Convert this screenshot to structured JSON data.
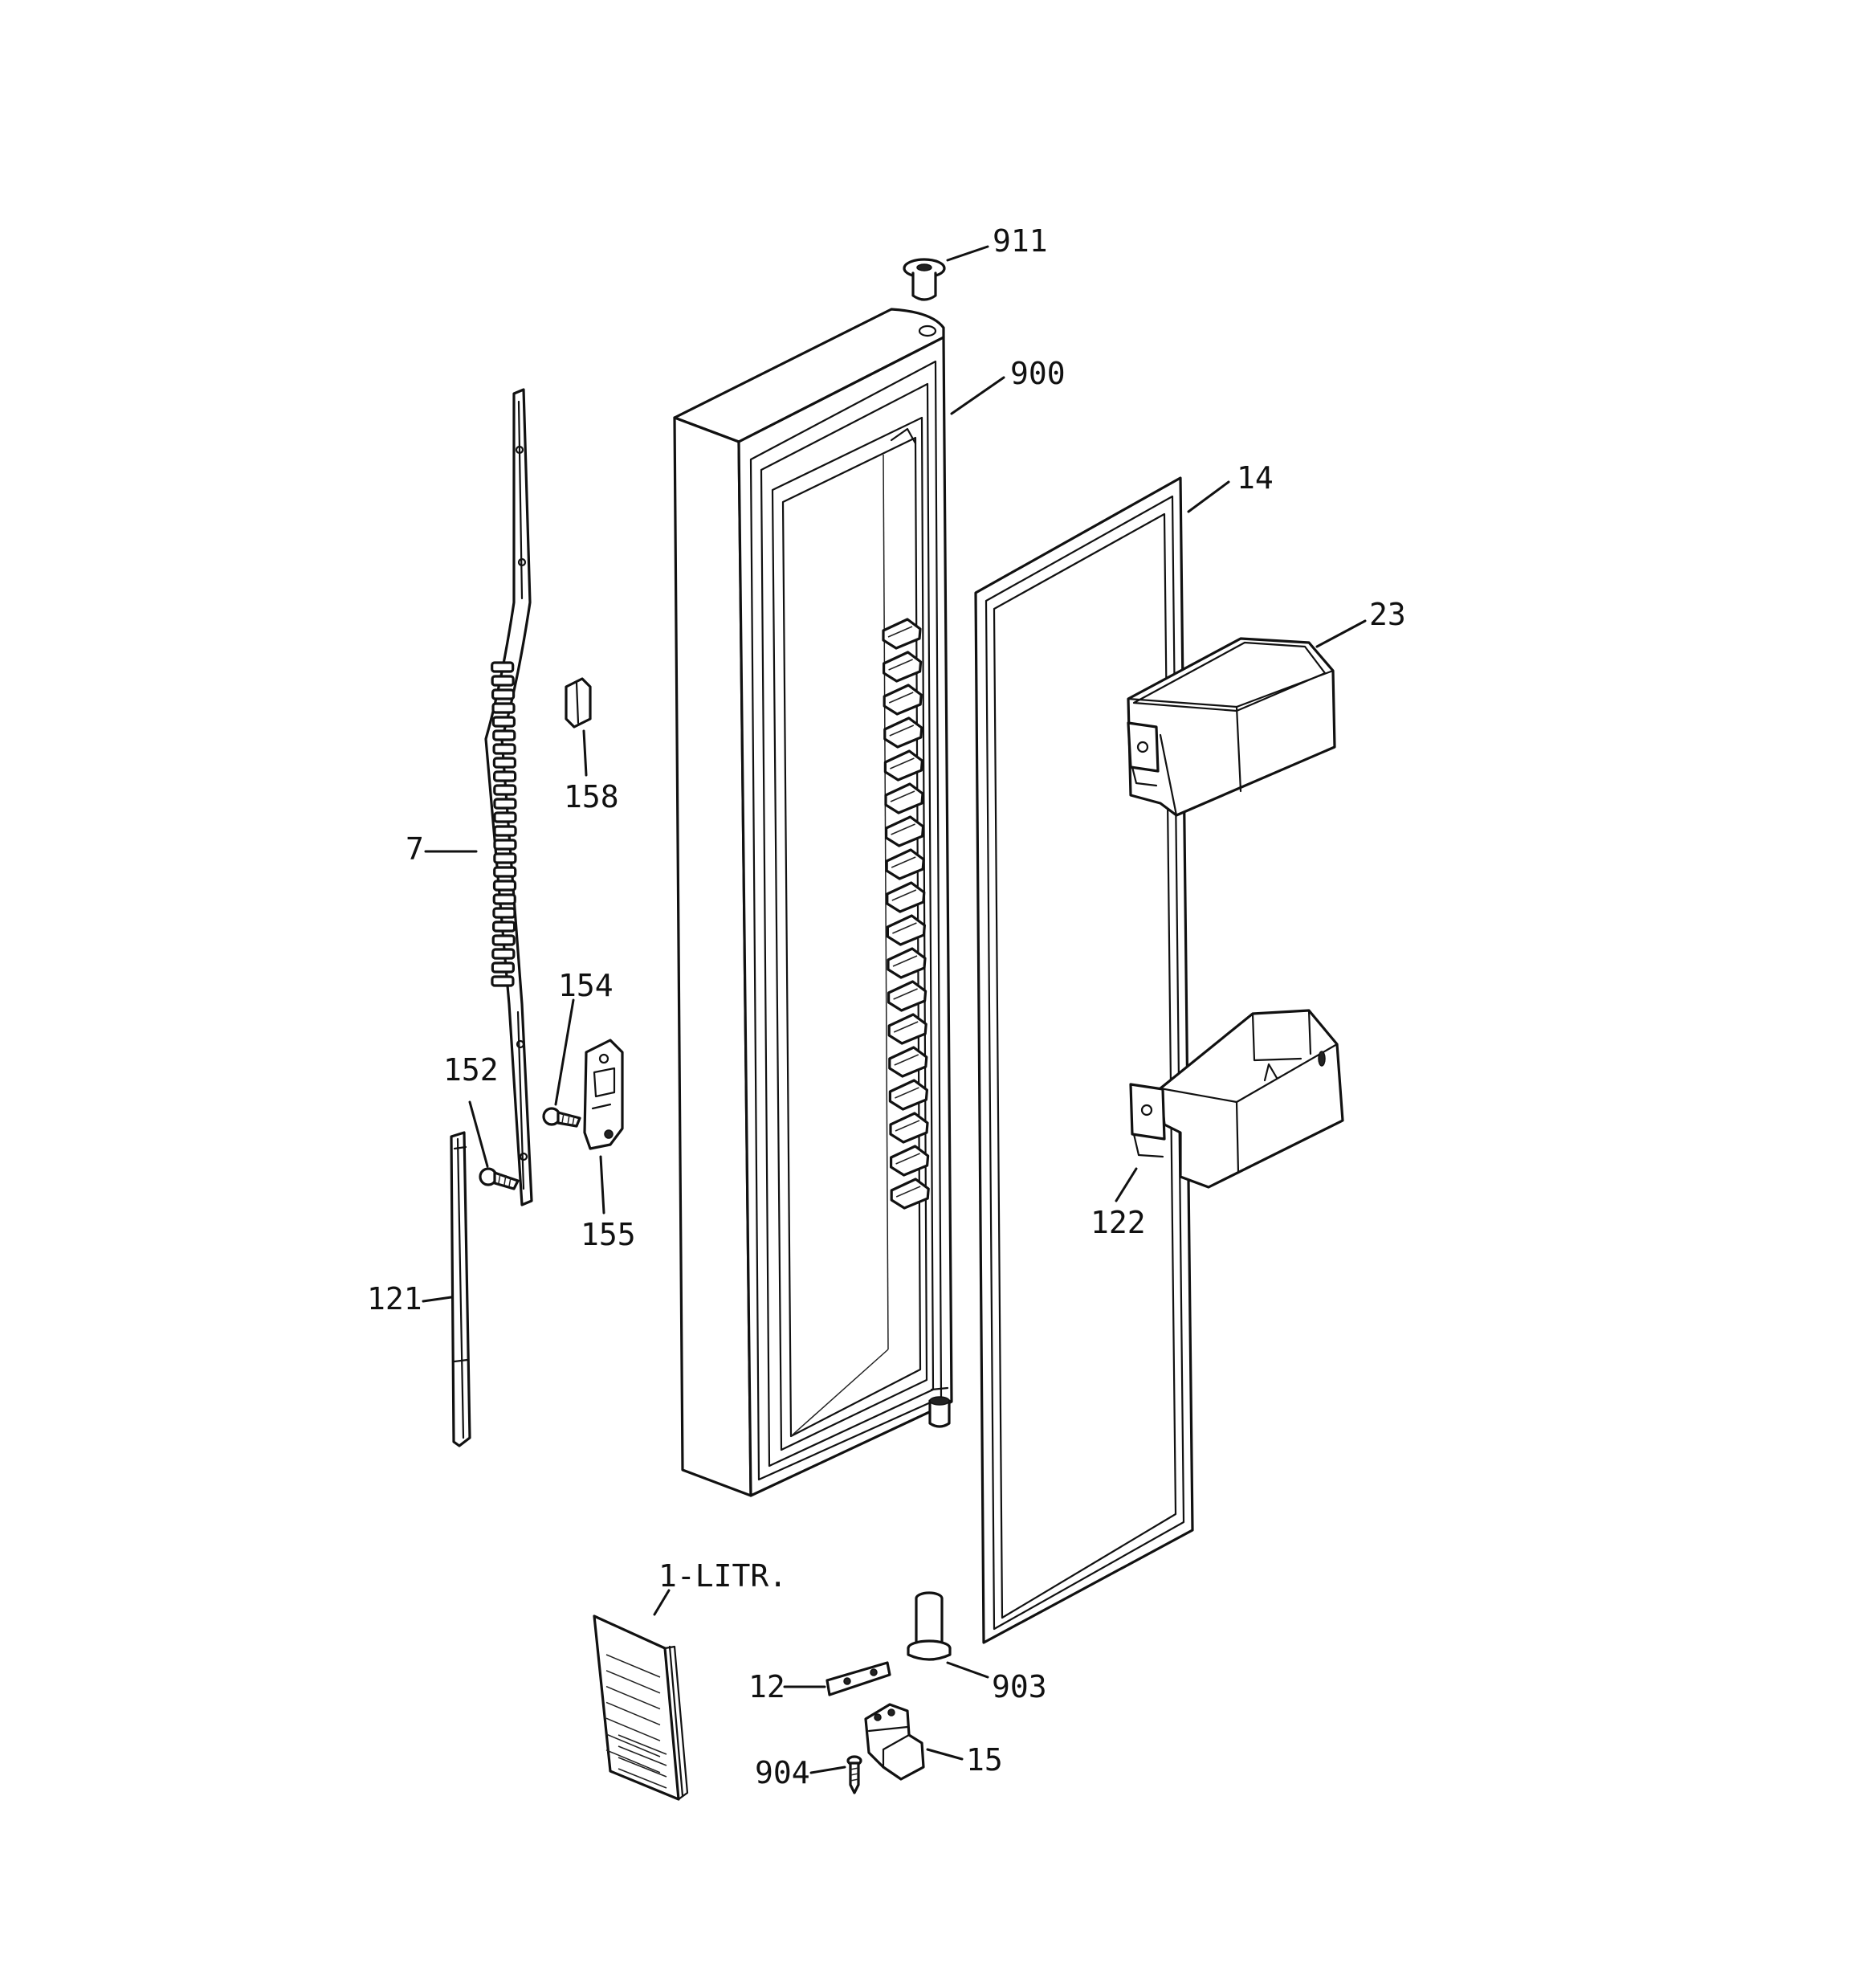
{
  "diagram": {
    "callouts": {
      "p911": "911",
      "p900": "900",
      "p14": "14",
      "p23": "23",
      "p7": "7",
      "p158": "158",
      "p154": "154",
      "p152": "152",
      "p155": "155",
      "p121": "121",
      "p122": "122",
      "p1_litr": "1-LITR.",
      "p12": "12",
      "p903": "903",
      "p904": "904",
      "p15": "15"
    }
  }
}
